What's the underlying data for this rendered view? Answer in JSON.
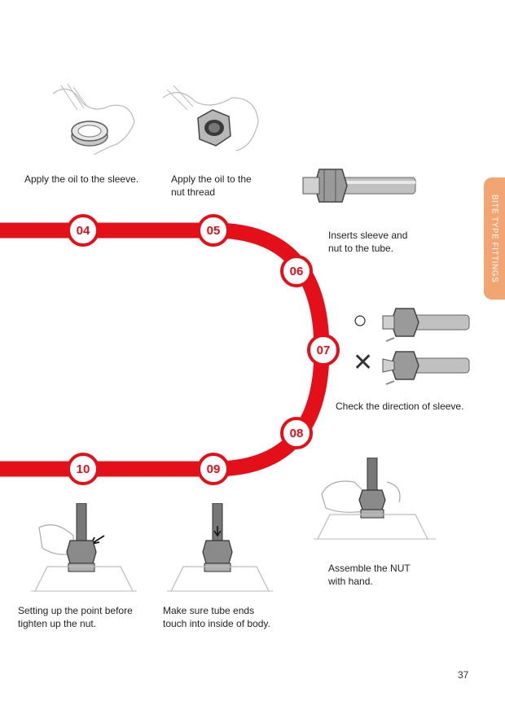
{
  "side_tab": {
    "label": "BITE TYPE FITTINGS",
    "color": "#f0a572"
  },
  "accent_color": "#e3101a",
  "steps": [
    {
      "number": "04",
      "caption": "Apply the oil to the sleeve."
    },
    {
      "number": "05",
      "caption": "Apply the oil to the\nnut thread"
    },
    {
      "number": "06",
      "caption": "Inserts sleeve and\nnut to the tube."
    },
    {
      "number": "07",
      "caption": "Check the direction of sleeve."
    },
    {
      "number": "08",
      "caption": "Assemble the NUT\nwith hand."
    },
    {
      "number": "09",
      "caption": "Make sure tube ends\ntouch into inside of body."
    },
    {
      "number": "10",
      "caption": "Setting up the point before\ntighten up the nut."
    }
  ],
  "check_marks": {
    "correct": "○",
    "wrong": "✕"
  },
  "page_number": "37"
}
